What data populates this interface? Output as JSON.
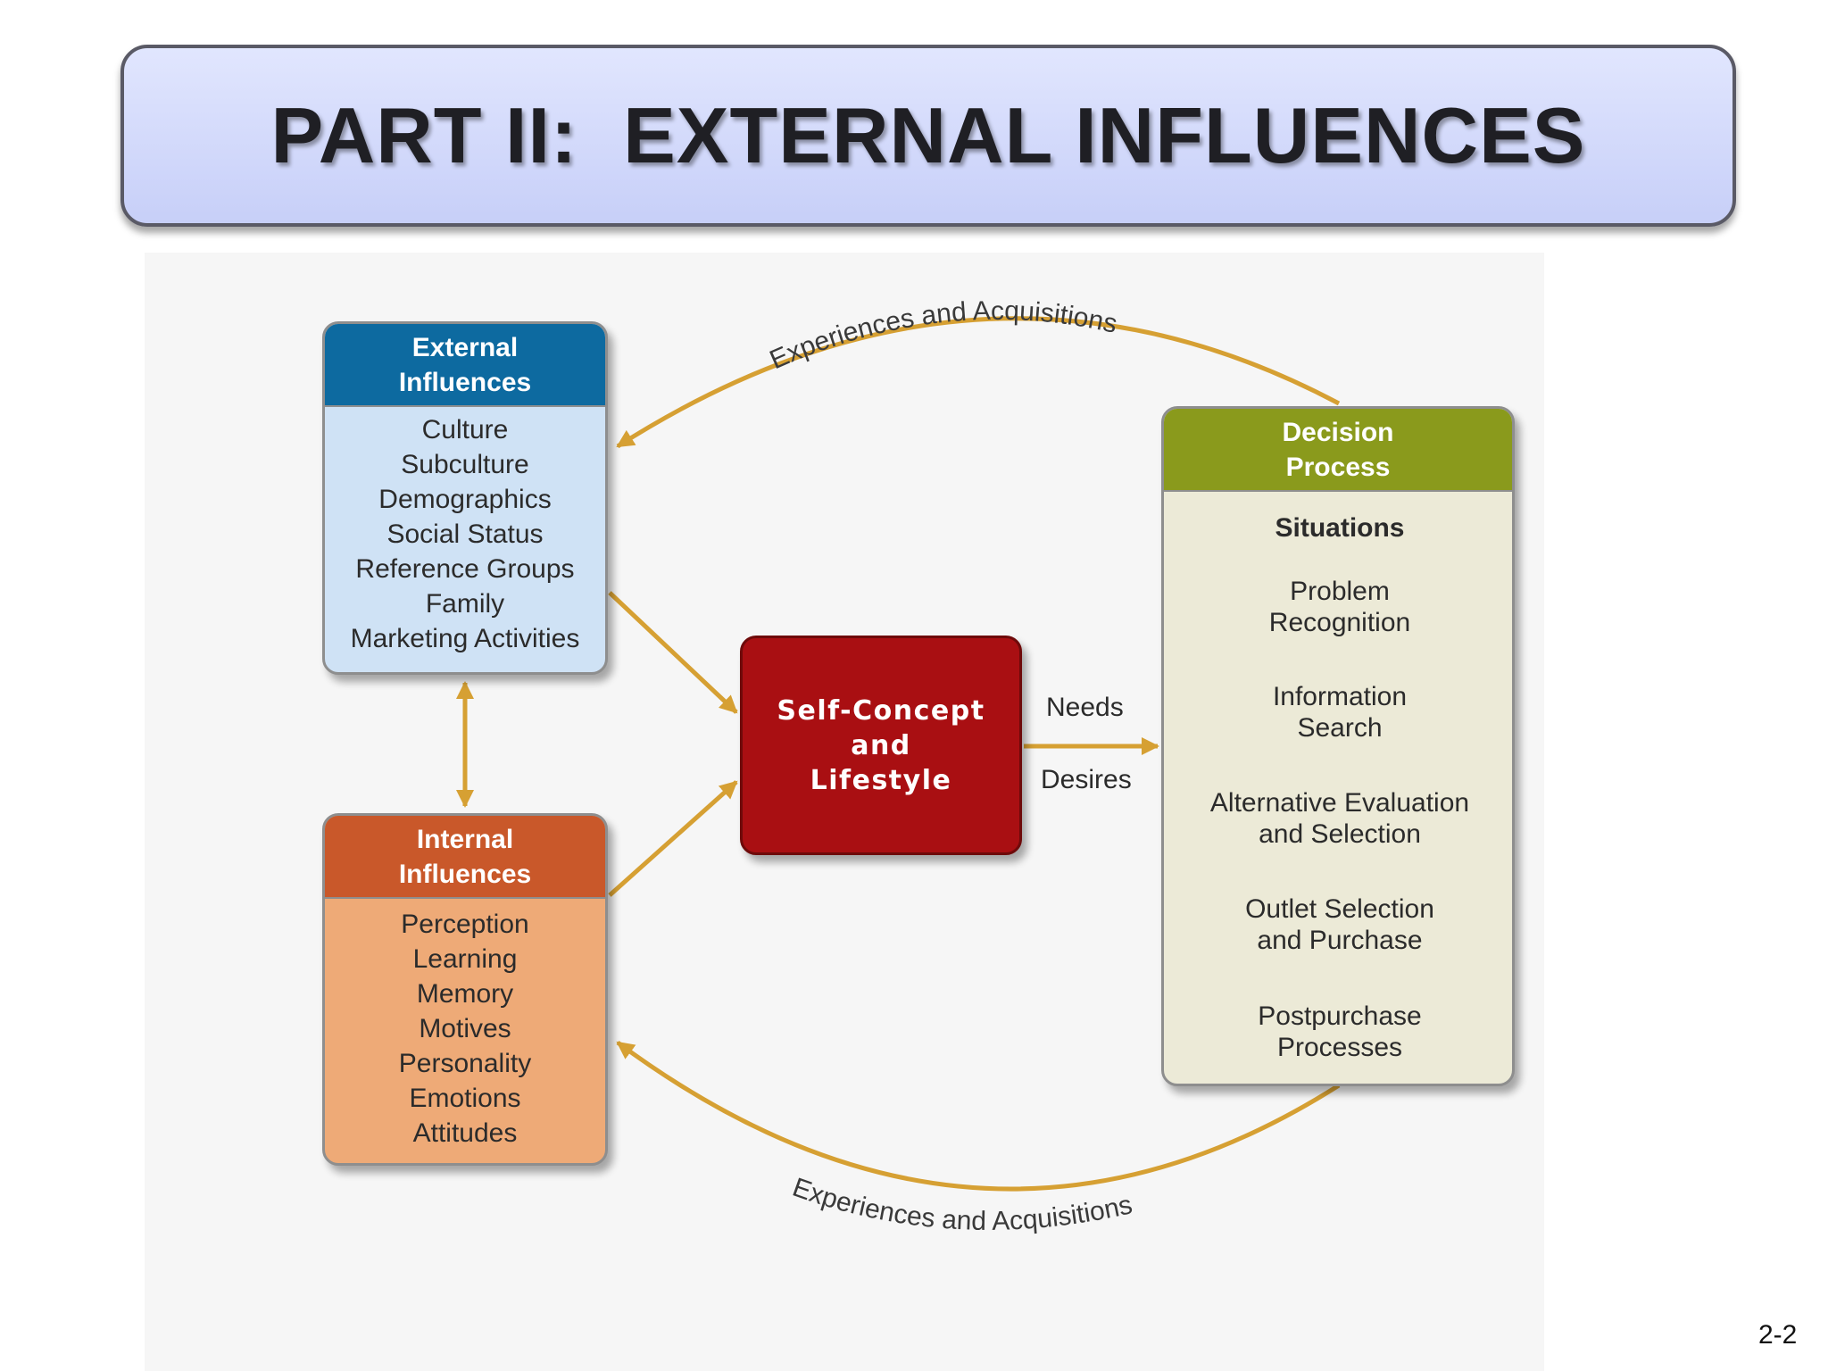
{
  "title": "PART II:  EXTERNAL INFLUENCES",
  "external_box": {
    "heading": [
      "External",
      "Influences"
    ],
    "items": [
      "Culture",
      "Subculture",
      "Demographics",
      "Social Status",
      "Reference Groups",
      "Family",
      "Marketing Activities"
    ]
  },
  "internal_box": {
    "heading": [
      "Internal",
      "Influences"
    ],
    "items": [
      "Perception",
      "Learning",
      "Memory",
      "Motives",
      "Personality",
      "Emotions",
      "Attitudes"
    ]
  },
  "self_concept": [
    "Self-Concept",
    "and",
    "Lifestyle"
  ],
  "needs_label": "Needs",
  "desires_label": "Desires",
  "decision_box": {
    "heading": [
      "Decision",
      "Process"
    ],
    "situations": "Situations",
    "steps": [
      [
        "Problem",
        "Recognition"
      ],
      [
        "Information",
        "Search"
      ],
      [
        "Alternative Evaluation",
        "and Selection"
      ],
      [
        "Outlet Selection",
        "and Purchase"
      ],
      [
        "Postpurchase",
        "Processes"
      ]
    ]
  },
  "top_arc_label": "Experiences and Acquisitions",
  "bottom_arc_label": "Experiences and Acquisitions",
  "page_number": "2-2",
  "colors": {
    "arrow": "#d6a033",
    "external_header": "#0d6aa0",
    "internal_header": "#c9582a",
    "self_concept": "#a90f12",
    "decision_header": "#8a9a1c"
  }
}
